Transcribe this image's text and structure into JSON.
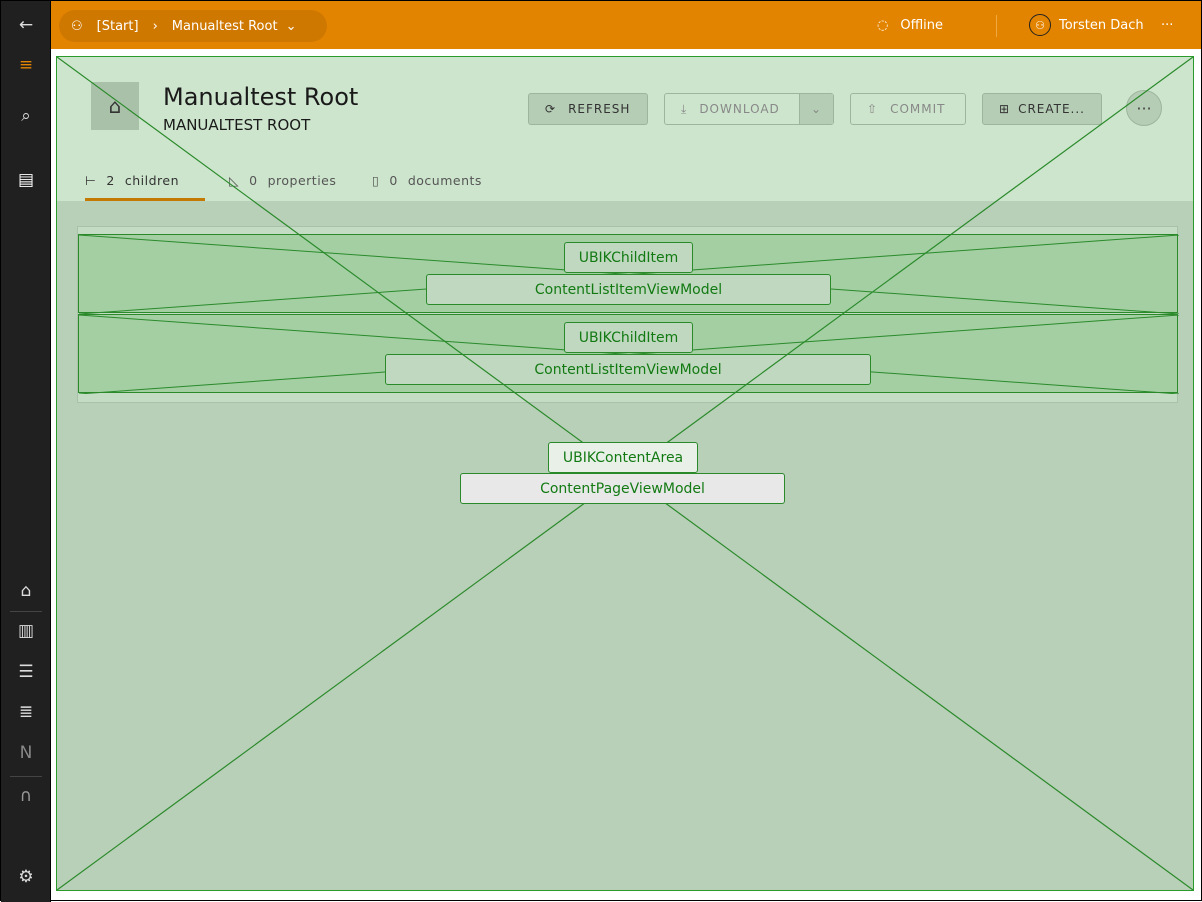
{
  "topbar": {
    "crumb_start": "[Start]",
    "crumb_current": "Manualtest Root",
    "status": "Offline",
    "user": "Torsten Dach",
    "more": "···"
  },
  "header": {
    "title": "Manualtest Root",
    "subtitle": "MANUALTEST ROOT"
  },
  "actions": {
    "refresh": "REFRESH",
    "download": "DOWNLOAD",
    "commit": "COMMIT",
    "create": "CREATE...",
    "more": "···"
  },
  "tabs": [
    {
      "count": "2",
      "label": "children"
    },
    {
      "count": "0",
      "label": "properties"
    },
    {
      "count": "0",
      "label": "documents"
    }
  ],
  "list": [
    {
      "type": "UBIKChildItem",
      "vm": "ContentListItemViewModel"
    },
    {
      "type": "UBIKChildItem",
      "vm": "ContentListItemViewModel"
    }
  ],
  "content": {
    "type": "UBIKContentArea",
    "vm": "ContentPageViewModel"
  },
  "colors": {
    "accent": "#e38400",
    "overlay": "#2a9a2a"
  }
}
